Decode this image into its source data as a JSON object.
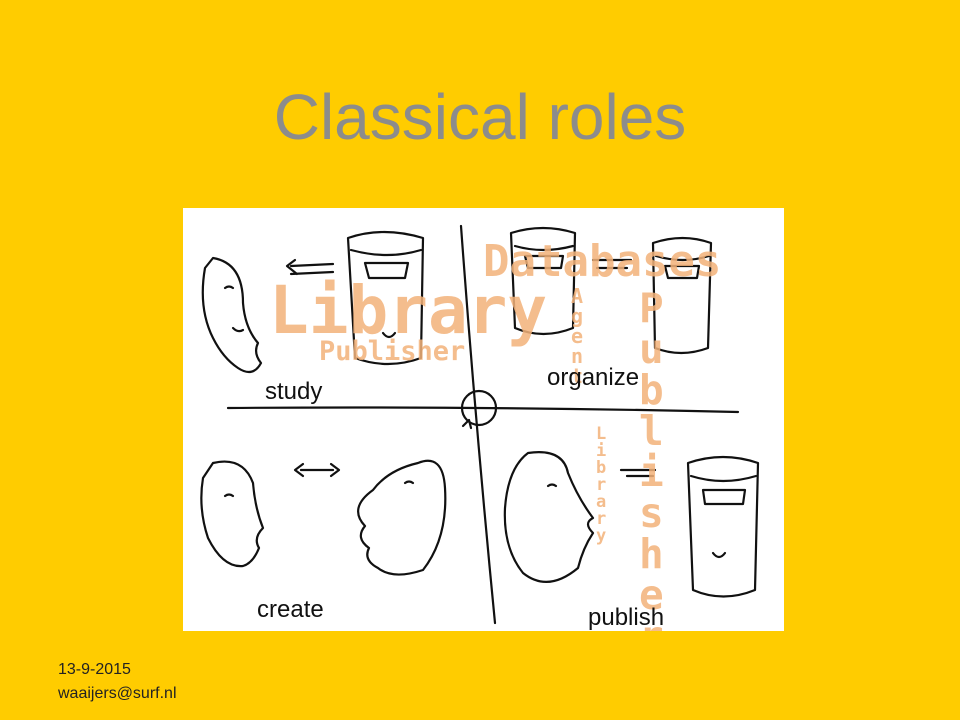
{
  "slide": {
    "title": "Classical roles",
    "footer_date": "13-9-2015",
    "footer_email": "waaijers@surf.nl"
  },
  "diagram": {
    "quadrant_labels": {
      "study": "study",
      "organize": "organize",
      "create": "create",
      "publish": "publish"
    },
    "overlay": {
      "databases": "Databases",
      "library": "Library",
      "publisher": "Publisher",
      "agent_vertical": "Agent",
      "publisher_vertical": "Publisher",
      "library_vertical": "Library"
    },
    "accent_color": "#f3b27a"
  }
}
